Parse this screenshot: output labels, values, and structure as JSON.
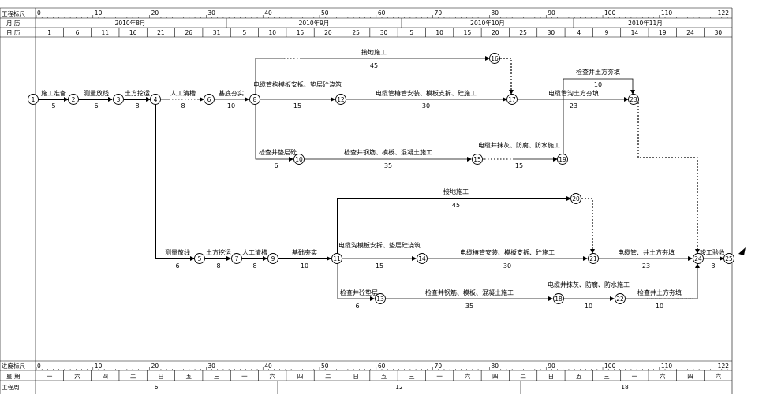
{
  "header": {
    "scale_label": "工程标尺",
    "month_label": "月 历",
    "day_label": "日 历",
    "scale_ticks": [
      "0",
      "10",
      "20",
      "30",
      "40",
      "50",
      "60",
      "70",
      "80",
      "90",
      "100",
      "110",
      "122"
    ],
    "months": [
      "2010年8月",
      "2010年9月",
      "2010年10月",
      "2010年11月"
    ],
    "days": [
      "1",
      "6",
      "11",
      "16",
      "21",
      "26",
      "31",
      "5",
      "10",
      "15",
      "20",
      "25",
      "30",
      "5",
      "10",
      "15",
      "20",
      "25",
      "30",
      "4",
      "9",
      "14",
      "19",
      "24",
      "30"
    ]
  },
  "footer": {
    "scale_label": "进度标尺",
    "week_label": "星 期",
    "period_label": "工程周",
    "scale_ticks": [
      "0",
      "10",
      "20",
      "30",
      "40",
      "50",
      "60",
      "70",
      "80",
      "90",
      "100",
      "110",
      "122"
    ],
    "weekdays": [
      "一",
      "六",
      "四",
      "二",
      "日",
      "五",
      "三",
      "一",
      "六",
      "四",
      "二",
      "日",
      "五",
      "三",
      "一",
      "六",
      "四",
      "二",
      "日",
      "五",
      "三",
      "一",
      "六",
      "四",
      "六"
    ],
    "periods": [
      "6",
      "12",
      "18"
    ]
  },
  "nodes": [
    "1",
    "2",
    "3",
    "4",
    "5",
    "6",
    "7",
    "8",
    "9",
    "10",
    "11",
    "12",
    "13",
    "14",
    "15",
    "16",
    "17",
    "18",
    "19",
    "20",
    "21",
    "22",
    "23",
    "24",
    "25"
  ],
  "activities": [
    {
      "name": "施工准备",
      "dur": "5"
    },
    {
      "name": "测量放线",
      "dur": "6"
    },
    {
      "name": "土方挖运",
      "dur": "8"
    },
    {
      "name": "人工清槽",
      "dur": "8"
    },
    {
      "name": "基底夯实",
      "dur": "10"
    },
    {
      "name": "接地施工",
      "dur": "45"
    },
    {
      "name": "电缆管构模板安拆、垫层砼浇筑",
      "dur": "15"
    },
    {
      "name": "电缆管椿管安装、模板支拆、砼施工",
      "dur": "30"
    },
    {
      "name": "电缆管沟土方夯填",
      "dur": "23"
    },
    {
      "name": "检查井土方夯填",
      "dur": "10"
    },
    {
      "name": "检查井垫层砼",
      "dur": "6"
    },
    {
      "name": "检查井钢筋、模板、混凝土施工",
      "dur": "35"
    },
    {
      "name": "电缆井抹灰、防腐、防水施工",
      "dur": "15"
    },
    {
      "name": "测量放线",
      "dur": "6"
    },
    {
      "name": "土方挖运",
      "dur": "8"
    },
    {
      "name": "人工清槽",
      "dur": "8"
    },
    {
      "name": "基础夯实",
      "dur": "10"
    },
    {
      "name": "接地施工",
      "dur": "45"
    },
    {
      "name": "电缆沟模板安拆、垫层砼浇筑",
      "dur": "15"
    },
    {
      "name": "电缆椿管安装、模板支拆、砼施工",
      "dur": "30"
    },
    {
      "name": "电缆管、井土方夯填",
      "dur": "23"
    },
    {
      "name": "检查井砼垫层",
      "dur": "6"
    },
    {
      "name": "检查井钢筋、模板、混凝土施工",
      "dur": "35"
    },
    {
      "name": "电缆井抹灰、防腐、防水施工",
      "dur": "10"
    },
    {
      "name": "检查井土方夯填",
      "dur": "10"
    },
    {
      "name": "竣工验收",
      "dur": "3"
    }
  ]
}
